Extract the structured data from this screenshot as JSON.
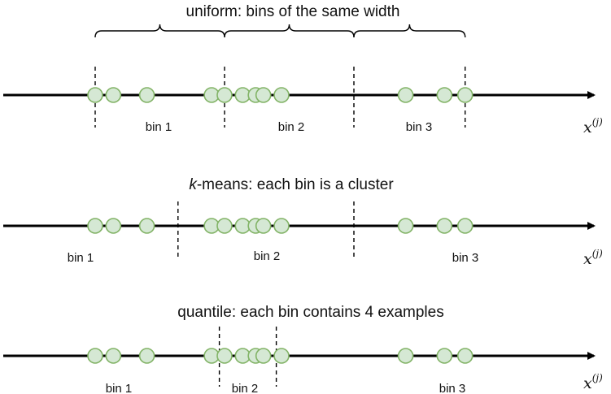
{
  "axis_label": {
    "main": "x",
    "superscript": "(j)"
  },
  "colors": {
    "point_fill": "#d5e8d4",
    "point_stroke": "#82b366",
    "axis": "#000000"
  },
  "points": [
    1.0,
    1.7,
    3.0,
    5.5,
    6.0,
    6.7,
    7.2,
    7.5,
    8.2,
    13.0,
    14.5,
    15.3
  ],
  "diagrams": [
    {
      "title": "uniform: bins of the same width",
      "title_parts": {
        "italic": "",
        "rest": "uniform: bins of the same width"
      },
      "bin_edges": [
        1.0,
        6.0,
        11.0,
        15.3
      ],
      "braces": true,
      "bins": [
        "bin 1",
        "bin 2",
        "bin 3"
      ]
    },
    {
      "title": "k-means: each bin is a cluster",
      "title_parts": {
        "italic": "k",
        "rest": "-means: each bin is a cluster"
      },
      "bin_edges": [
        4.2,
        11.0
      ],
      "braces": false,
      "bins": [
        "bin 1",
        "bin 2",
        "bin 3"
      ]
    },
    {
      "title": "quantile: each bin contains 4 examples",
      "title_parts": {
        "italic": "",
        "rest": "quantile: each bin contains 4 examples"
      },
      "bin_edges": [
        5.8,
        8.0
      ],
      "braces": false,
      "bins": [
        "bin 1",
        "bin 2",
        "bin 3"
      ]
    }
  ]
}
